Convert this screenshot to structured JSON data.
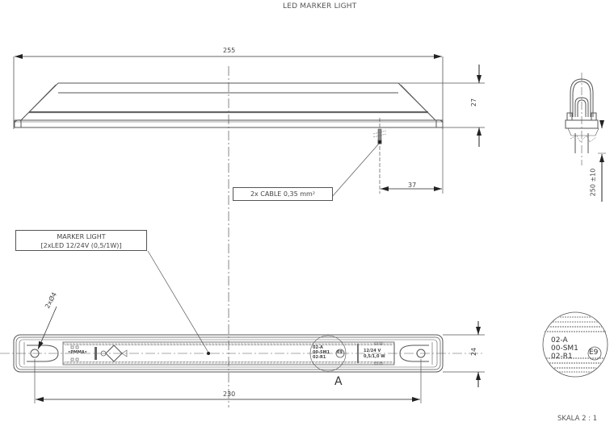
{
  "drawing": {
    "title": "LED MARKER LIGHT",
    "scale_label": "SKALA 2 : 1",
    "detail_marker": "A"
  },
  "dimensions": {
    "overall_length": "255",
    "height": "27",
    "cable_offset": "37",
    "cable_length": "250 ±10",
    "mount_width": "24",
    "hole_spacing": "230",
    "hole_diameter": "2xØ4"
  },
  "callouts": {
    "cable": "2x CABLE 0,35 mm²",
    "marker_line1": "MARKER LIGHT",
    "marker_line2": "[2xLED 12/24V (0,5/1W)]"
  },
  "lens_markings": {
    "left_text": "•PMMA•",
    "approval_lines": [
      "02-A",
      "00-SM1",
      "02-R1"
    ],
    "approval_mark": "E9",
    "voltage": "12/24 V",
    "power": "0,5/1,0 W"
  },
  "detail_view": {
    "lines": [
      "02-A",
      "00-SM1",
      "02-R1"
    ],
    "mark": "E9"
  },
  "colors": {
    "line": "#555555",
    "background": "#ffffff"
  }
}
